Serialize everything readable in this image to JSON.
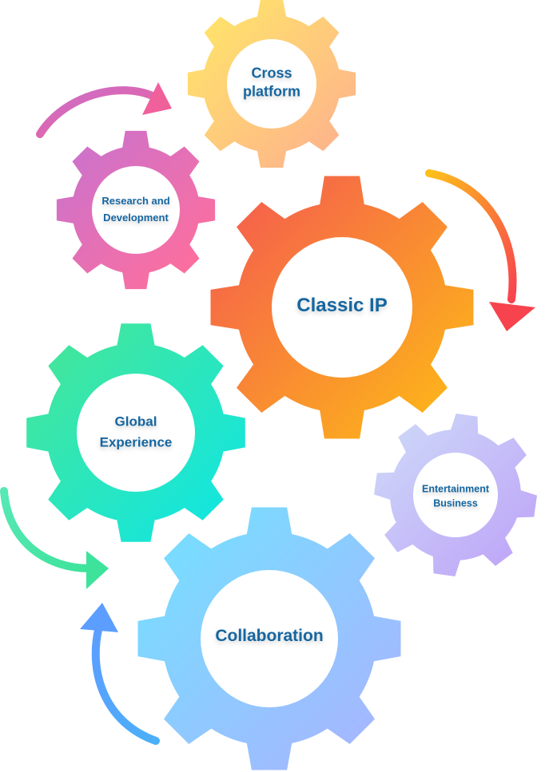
{
  "gears": [
    {
      "id": "cross-platform",
      "label_lines": [
        "Cross",
        "platform"
      ],
      "colors": [
        "#FFE36A",
        "#FDB38C"
      ]
    },
    {
      "id": "research-development",
      "label_lines": [
        "Research and",
        "Development"
      ],
      "colors": [
        "#CC72CC",
        "#FF6E9C"
      ]
    },
    {
      "id": "classic-ip",
      "label_lines": [
        "Classic IP"
      ],
      "colors": [
        "#F5604C",
        "#FDB41A"
      ]
    },
    {
      "id": "global-experience",
      "label_lines": [
        "Global",
        "Experience"
      ],
      "colors": [
        "#44E69A",
        "#12E6E0"
      ]
    },
    {
      "id": "entertainment-business",
      "label_lines": [
        "Entertainment",
        "Business"
      ],
      "colors": [
        "#CCD6F8",
        "#BFA6F8"
      ]
    },
    {
      "id": "collaboration",
      "label_lines": [
        "Collaboration"
      ],
      "colors": [
        "#76DEFF",
        "#A6B6FF"
      ]
    }
  ],
  "arrows": [
    {
      "id": "pink",
      "colors": [
        "#C86FCB",
        "#F0609A"
      ]
    },
    {
      "id": "orange",
      "colors": [
        "#FDBF1A",
        "#F7434E"
      ]
    },
    {
      "id": "green",
      "colors": [
        "#58E8B6",
        "#3DE39B"
      ]
    },
    {
      "id": "blue",
      "colors": [
        "#5C9EFF",
        "#4AB0F8"
      ]
    }
  ],
  "text_color": "#1566a0"
}
